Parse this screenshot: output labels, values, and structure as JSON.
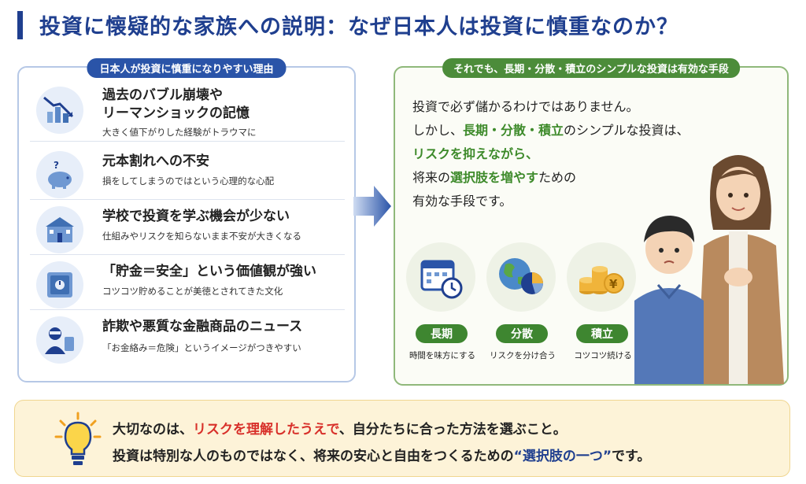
{
  "title": "投資に懐疑的な家族への説明：なぜ日本人は投資に慎重なのか？",
  "left": {
    "header": "日本人が投資に慎重になりやすい理由",
    "reasons": [
      {
        "title1": "過去のバブル崩壊や",
        "title2": "リーマンショックの記憶",
        "sub": "大きく値下がりした経験がトラウマに",
        "icon": "falling-chart-icon"
      },
      {
        "title1": "元本割れへの不安",
        "sub": "損をしてしまうのではという心理的な心配",
        "icon": "piggy-bank-icon"
      },
      {
        "title1": "学校で投資を学ぶ機会が少ない",
        "sub": "仕組みやリスクを知らないまま不安が大きくなる",
        "icon": "school-icon"
      },
      {
        "title1": "「貯金＝安全」という価値観が強い",
        "sub": "コツコツ貯めることが美徳とされてきた文化",
        "icon": "safe-icon"
      },
      {
        "title1": "詐欺や悪質な金融商品のニュース",
        "sub": "「お金絡み＝危険」というイメージがつきやすい",
        "icon": "fraud-icon"
      }
    ]
  },
  "right": {
    "header": "それでも、長期・分散・積立のシンプルな投資は有効な手段",
    "line1": "投資で必ず儲かるわけではありません。",
    "line2a": "しかし、",
    "line2b": "長期・分散・積立",
    "line2c": "のシンプルな投資は、",
    "line3": "リスクを抑えながら、",
    "line4a": "将来の",
    "line4b": "選択肢を増やす",
    "line4c": "ための",
    "line5": "有効な手段です。",
    "pillars": [
      {
        "label": "長期",
        "caption": "時間を味方にする",
        "icon": "calendar-clock-icon"
      },
      {
        "label": "分散",
        "caption": "リスクを分け合う",
        "icon": "globe-pie-icon"
      },
      {
        "label": "積立",
        "caption": "コツコツ続ける",
        "icon": "coins-yen-icon"
      }
    ]
  },
  "bottom": {
    "l1a": "大切なのは、",
    "l1b": "リスクを理解したうえで",
    "l1c": "、自分たちに合った方法を選ぶこと。",
    "l2a": "投資は特別な人のものではなく、将来の安心と自由をつくるための",
    "l2b": "“選択肢の一つ”",
    "l2c": "です。"
  },
  "colors": {
    "navy": "#1f3f8f",
    "green": "#3e8630",
    "red": "#d8302a",
    "cream": "#fdf3d8"
  }
}
